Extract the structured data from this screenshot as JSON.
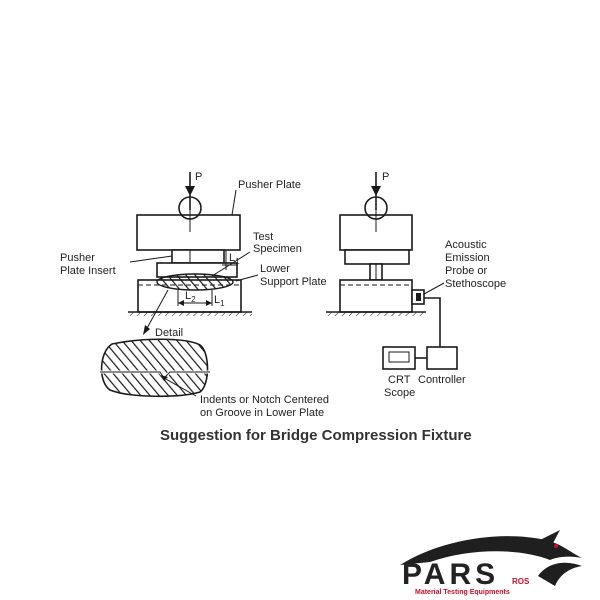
{
  "left_figure": {
    "load_label": "P",
    "pusher_plate": "Pusher Plate",
    "test_specimen": [
      "Test",
      "Specimen"
    ],
    "pusher_plate_insert": [
      "Pusher",
      "Plate Insert"
    ],
    "lower_support_plate": [
      "Lower",
      "Support Plate"
    ],
    "dim_l1": "L",
    "dim_l1_sub": "1",
    "dim_l2": "L",
    "dim_l2_sub": "2",
    "detail": "Detail",
    "indents_note": [
      "Indents or Notch Centered",
      "on Groove in Lower Plate"
    ]
  },
  "right_figure": {
    "load_label": "P",
    "acoustic": [
      "Acoustic",
      "Emission",
      "Probe or",
      "Stethoscope"
    ],
    "crt_scope": [
      "CRT",
      "Scope"
    ],
    "controller": "Controller"
  },
  "caption": "Suggestion for Bridge Compression Fixture",
  "logo": {
    "name": "PARS",
    "suffix": "ROS",
    "tagline": "Material Testing Equipments"
  },
  "colors": {
    "line": "#1a1a1a",
    "brand_red": "#c8102e"
  }
}
